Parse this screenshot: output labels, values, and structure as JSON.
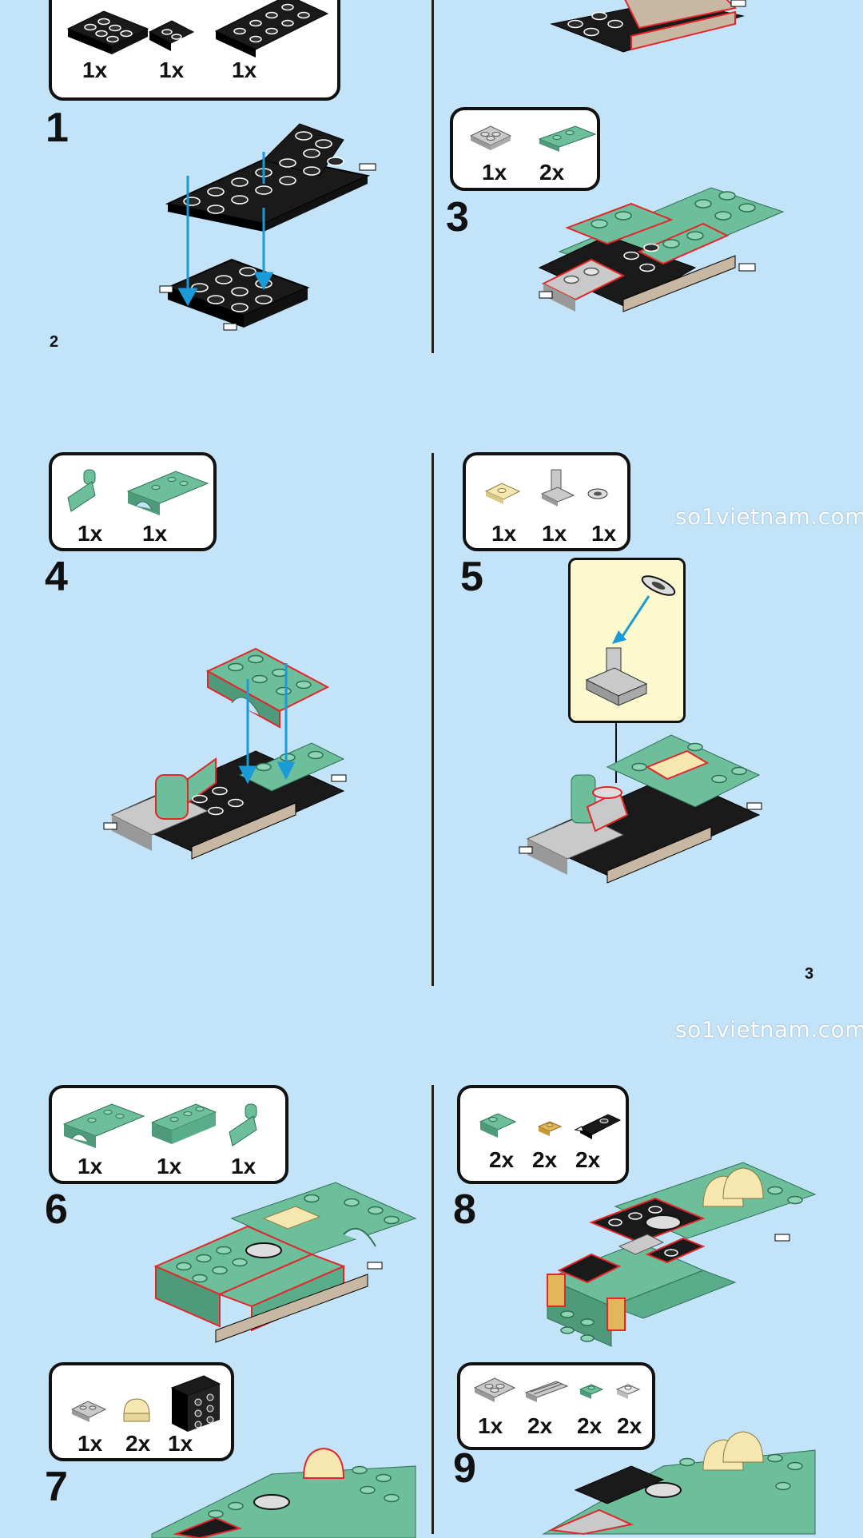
{
  "pages": {
    "left_page_number": "2",
    "right_page_number": "3"
  },
  "watermarks": [
    "so1vietnam.com",
    "so1vietnam.com"
  ],
  "steps": [
    {
      "number": "1",
      "parts": [
        "1x",
        "1x",
        "1x"
      ]
    },
    {
      "number": "3",
      "parts": [
        "1x",
        "2x"
      ]
    },
    {
      "number": "4",
      "parts": [
        "1x",
        "1x"
      ]
    },
    {
      "number": "5",
      "parts": [
        "1x",
        "1x",
        "1x"
      ]
    },
    {
      "number": "6",
      "parts": [
        "1x",
        "1x",
        "1x"
      ]
    },
    {
      "number": "7",
      "parts": [
        "1x",
        "2x",
        "1x"
      ]
    },
    {
      "number": "8",
      "parts": [
        "2x",
        "2x",
        "2x"
      ]
    },
    {
      "number": "9",
      "parts": [
        "1x",
        "2x",
        "2x",
        "2x"
      ]
    }
  ],
  "colors": {
    "background": "#c3e3f8",
    "black_brick": "#1a1a1a",
    "sand_green": "#6dbf9c",
    "tan": "#c8b8a3",
    "light_gray": "#c9c9c9",
    "cream": "#f6e7b0",
    "arrow_blue": "#1a9ad6",
    "highlight_red": "#e3262a"
  }
}
